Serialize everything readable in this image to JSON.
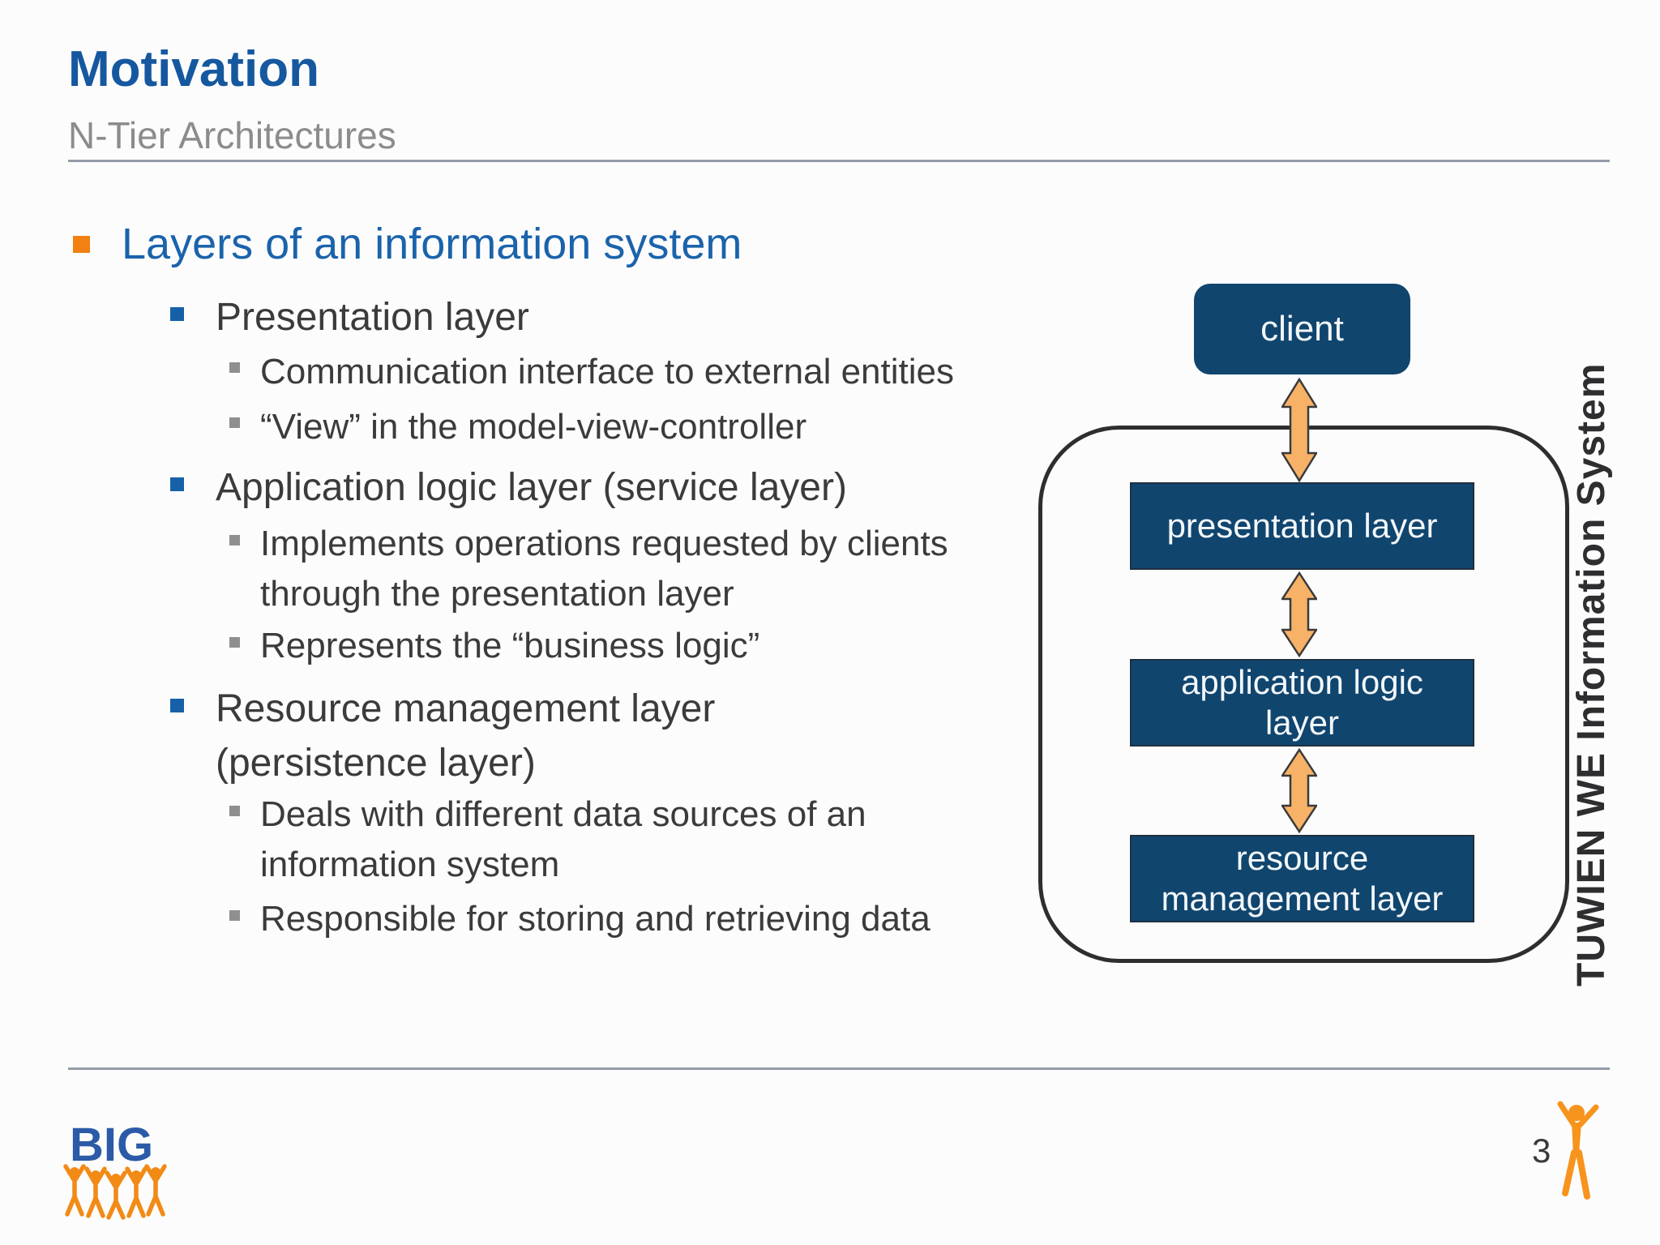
{
  "header": {
    "title": "Motivation",
    "subtitle": "N-Tier Architectures"
  },
  "content": {
    "heading": "Layers of an information system",
    "sections": [
      {
        "title": "Presentation layer",
        "points": [
          "Communication interface to external entities",
          "“View” in the model-view-controller"
        ]
      },
      {
        "title": "Application logic layer (service layer)",
        "points": [
          "Implements operations requested by clients\nthrough the presentation layer",
          "Represents the “business logic”"
        ]
      },
      {
        "title": "Resource management layer\n(persistence layer)",
        "points": [
          "Deals with different data sources of an\ninformation system",
          "Responsible for storing and retrieving data"
        ]
      }
    ]
  },
  "diagram": {
    "client_label": "client",
    "boxes": [
      {
        "label": "presentation layer"
      },
      {
        "label": "application logic\nlayer"
      },
      {
        "label": "resource\nmanagement layer"
      }
    ],
    "side_label": "TUWIEN WE Information System"
  },
  "footer": {
    "logo_text": "BIG",
    "page_number": "3"
  },
  "colors": {
    "title_blue": "#1658A0",
    "heading_blue": "#1B63AB",
    "body_gray": "#3B3B3B",
    "subtitle_gray": "#8C8C8C",
    "navy_box": "#10456E",
    "bullet_orange": "#F28111",
    "bullet_blue": "#1660A8",
    "bullet_gray": "#8F8F8F",
    "arrow_fill": "#F7B267",
    "arrow_stroke": "#3A3A3A",
    "frame_stroke": "#2E2E2E",
    "logo_orange": "#F28A16",
    "logo_blue": "#2B5AA7"
  }
}
